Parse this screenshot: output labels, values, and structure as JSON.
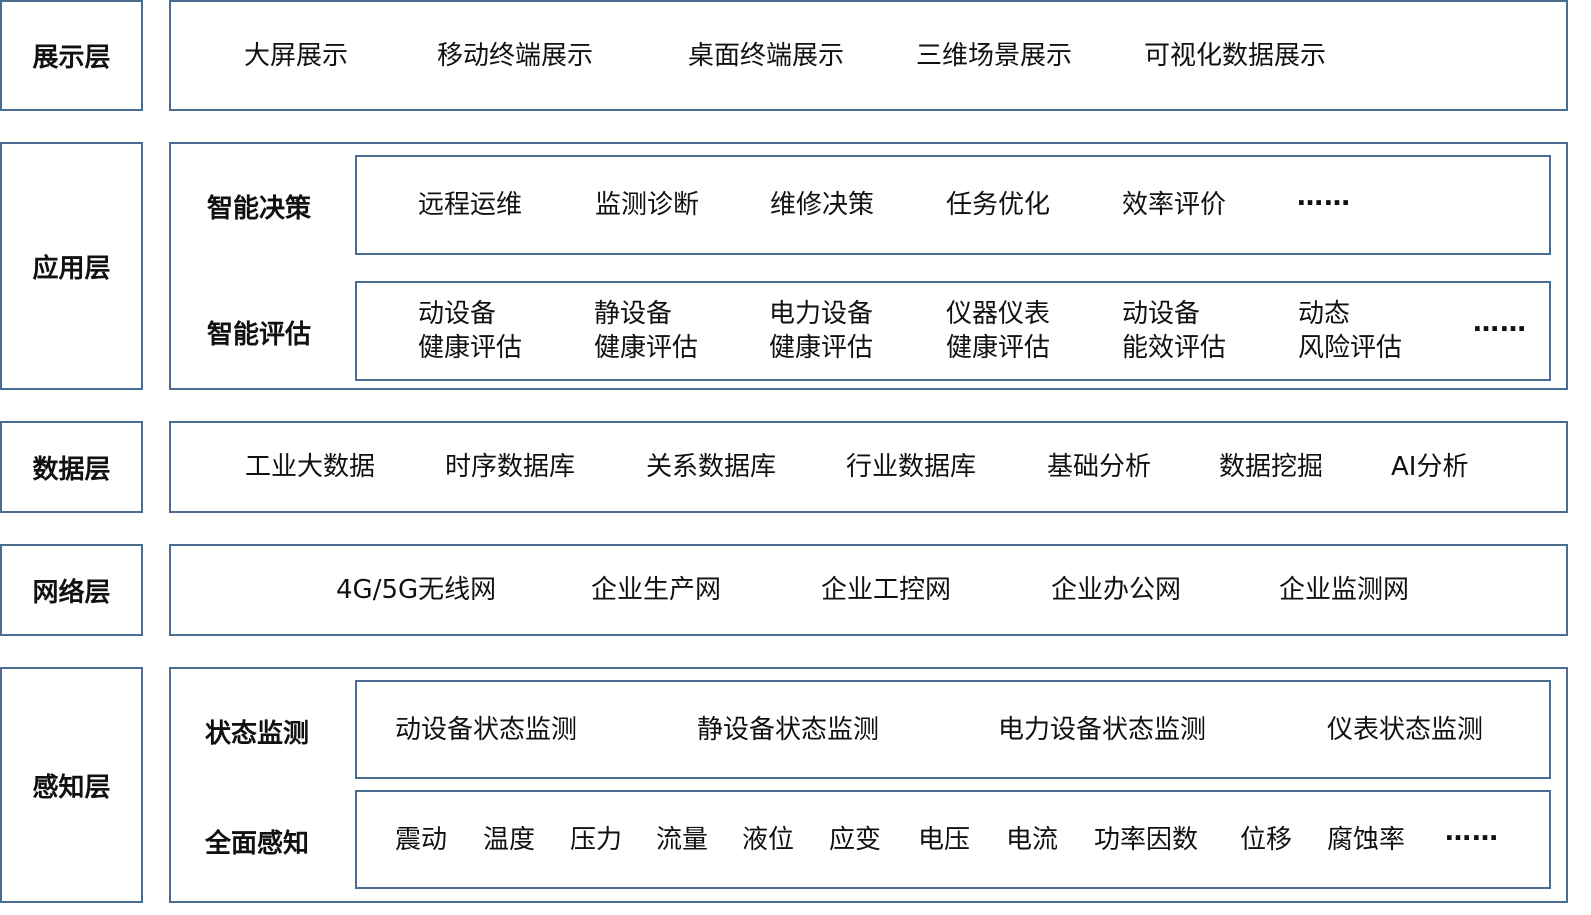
{
  "layers": {
    "display": {
      "label": "展示层",
      "items": [
        "大屏展示",
        "移动终端展示",
        "桌面终端展示",
        "三维场景展示",
        "可视化数据展示"
      ]
    },
    "application": {
      "label": "应用层",
      "decision": {
        "label": "智能决策",
        "items": [
          "远程运维",
          "监测诊断",
          "维修决策",
          "任务优化",
          "效率评价",
          "……"
        ]
      },
      "assessment": {
        "label": "智能评估",
        "items": [
          {
            "l1": "动设备",
            "l2": "健康评估"
          },
          {
            "l1": "静设备",
            "l2": "健康评估"
          },
          {
            "l1": "电力设备",
            "l2": "健康评估"
          },
          {
            "l1": "仪器仪表",
            "l2": "健康评估"
          },
          {
            "l1": "动设备",
            "l2": "能效评估"
          },
          {
            "l1": "动态",
            "l2": "风险评估"
          }
        ],
        "more": "……"
      }
    },
    "data": {
      "label": "数据层",
      "items": [
        "工业大数据",
        "时序数据库",
        "关系数据库",
        "行业数据库",
        "基础分析",
        "数据挖掘",
        "AI分析"
      ]
    },
    "network": {
      "label": "网络层",
      "items": [
        "4G/5G无线网",
        "企业生产网",
        "企业工控网",
        "企业办公网",
        "企业监测网"
      ]
    },
    "perception": {
      "label": "感知层",
      "status": {
        "label": "状态监测",
        "items": [
          "动设备状态监测",
          "静设备状态监测",
          "电力设备状态监测",
          "仪表状态监测"
        ]
      },
      "sensing": {
        "label": "全面感知",
        "items": [
          "震动",
          "温度",
          "压力",
          "流量",
          "液位",
          "应变",
          "电压",
          "电流",
          "功率因数",
          "位移",
          "腐蚀率",
          "……"
        ]
      }
    }
  }
}
